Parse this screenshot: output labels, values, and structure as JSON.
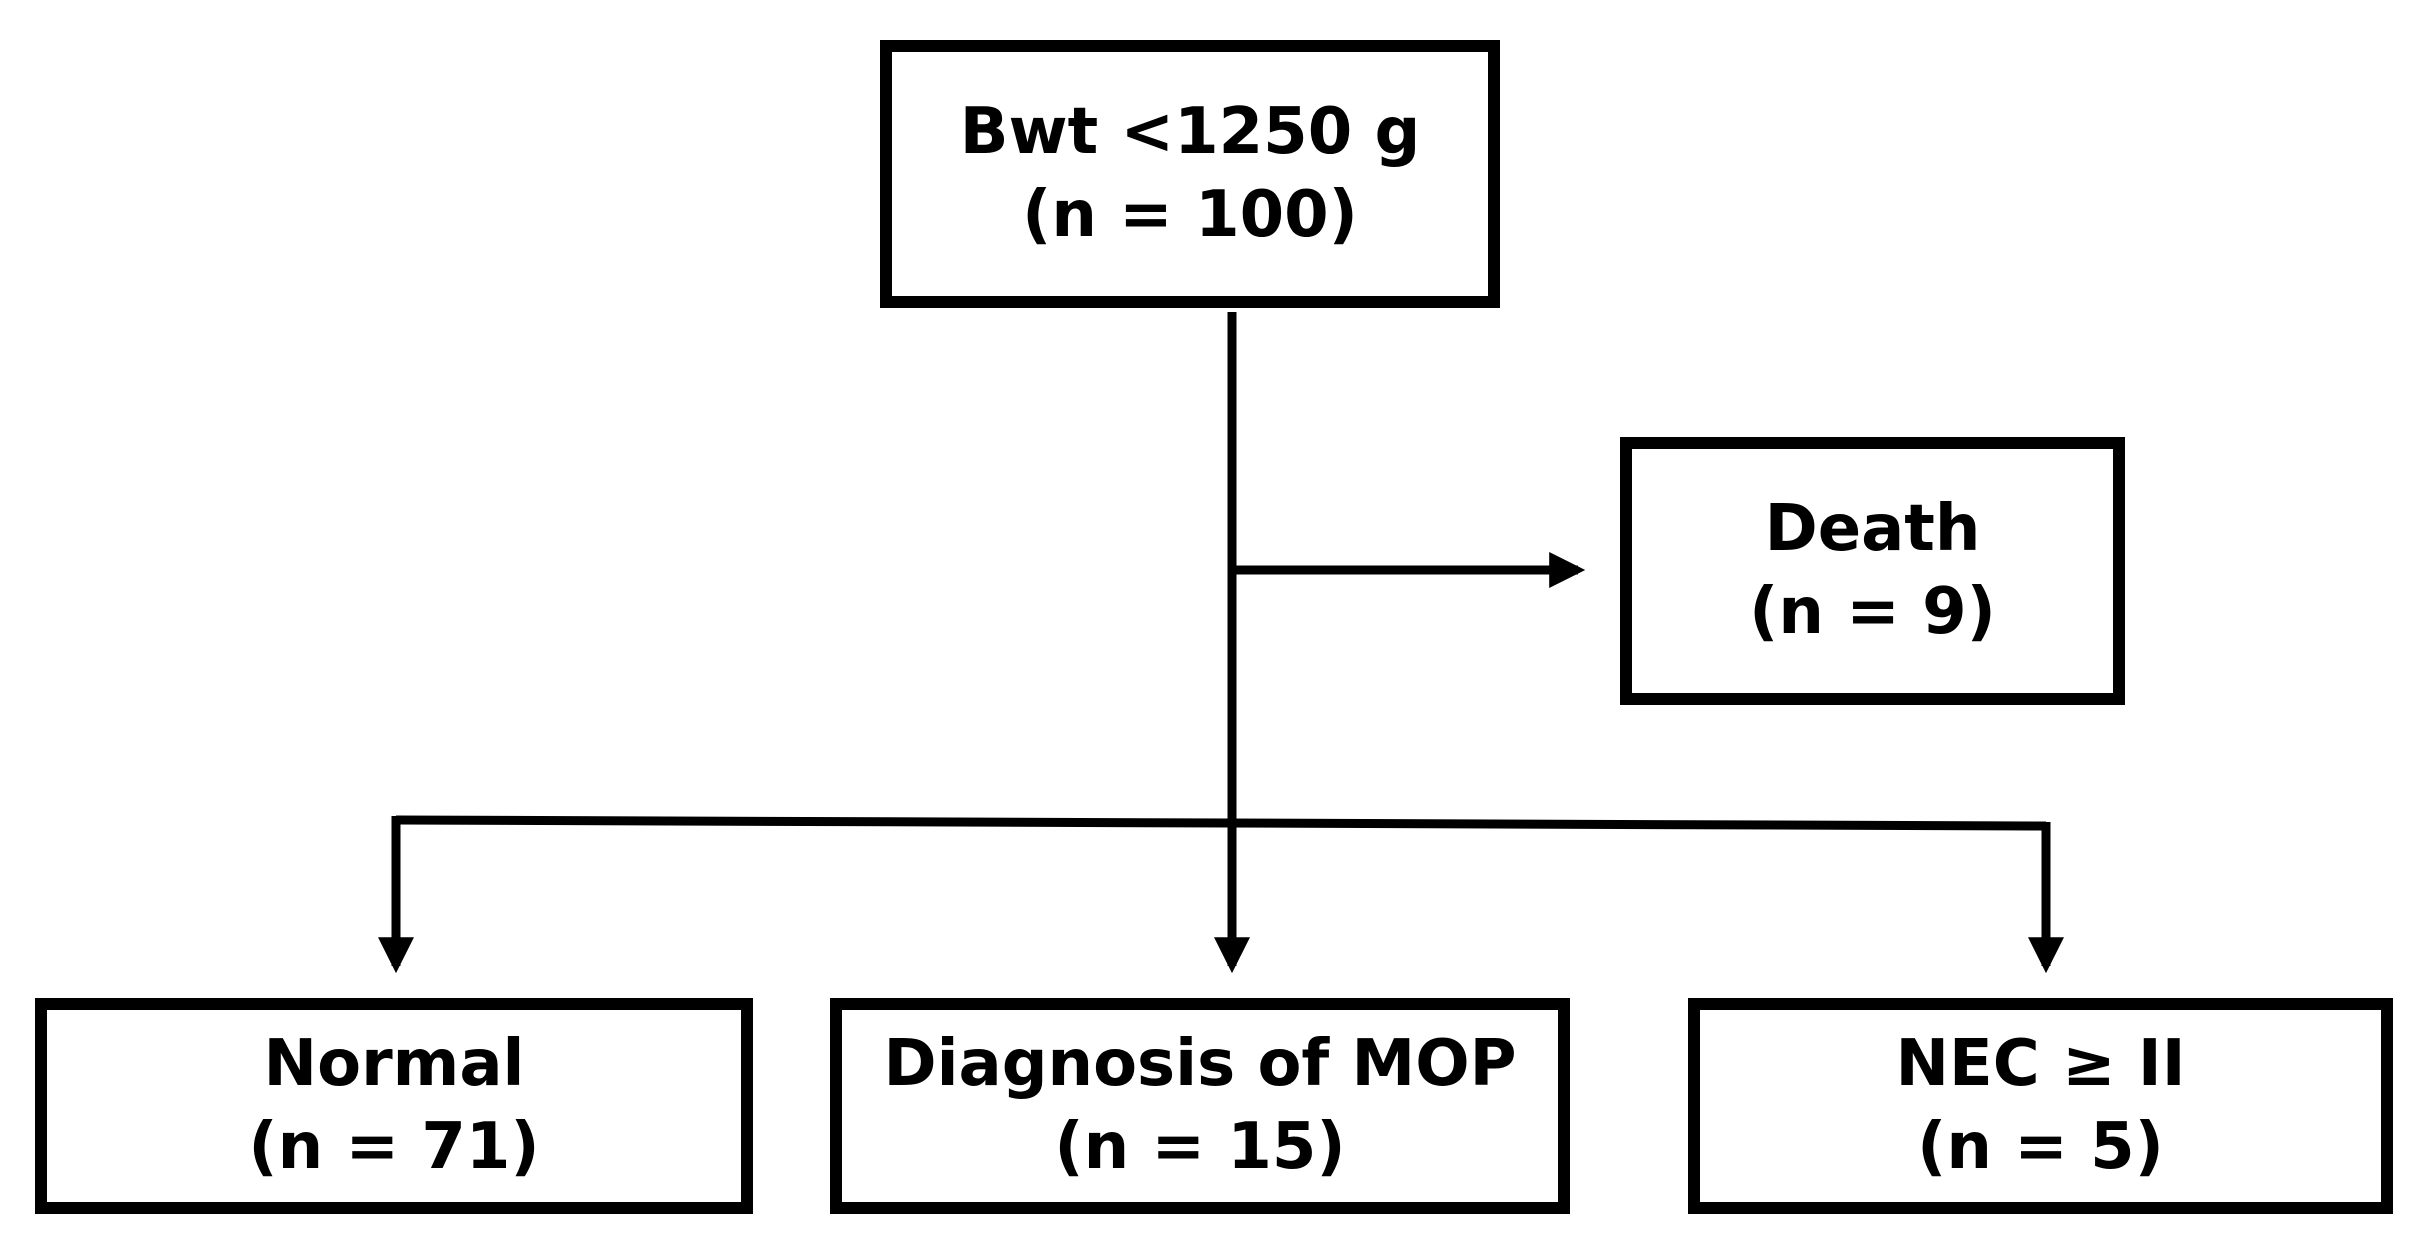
{
  "nodes": {
    "root": {
      "title": "Bwt <1250 g",
      "count": "(n = 100)"
    },
    "death": {
      "title": "Death",
      "count": "(n = 9)"
    },
    "normal": {
      "title": "Normal",
      "count": "(n = 71)"
    },
    "mop": {
      "title": "Diagnosis of MOP",
      "count": "(n = 15)"
    },
    "nec": {
      "title": "NEC ≥ II",
      "count": "(n = 5)"
    }
  },
  "edges": [
    {
      "from": "root",
      "to": "death"
    },
    {
      "from": "root",
      "to": "normal"
    },
    {
      "from": "root",
      "to": "mop"
    },
    {
      "from": "root",
      "to": "nec"
    }
  ],
  "colors": {
    "stroke": "#000000",
    "background": "#ffffff"
  }
}
